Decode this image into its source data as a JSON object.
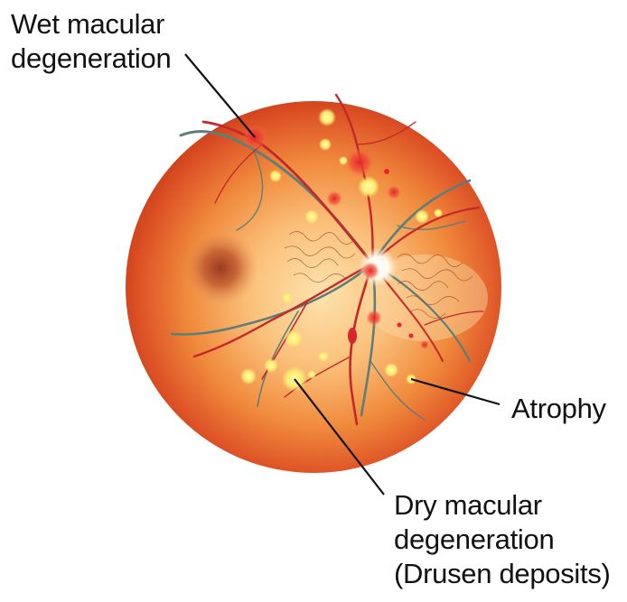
{
  "labels": {
    "wet_macular": [
      "Wet macular",
      "degeneration"
    ],
    "atrophy": "Atrophy",
    "dry_macular": [
      "Dry macular",
      "degeneration",
      "(Drusen deposits)"
    ]
  },
  "colors": {
    "fundus_outer": "#d9411f",
    "fundus_mid": "#f08a3c",
    "fundus_inner": "#fcd79a",
    "optic_disc": "#ffffff",
    "macula": "#a84a2a",
    "vessel_artery": "#c5282a",
    "vessel_vein": "#5e7f78",
    "hemorrhage": "#e8232b",
    "drusen": "#fff27a",
    "leader_line": "#111111"
  }
}
